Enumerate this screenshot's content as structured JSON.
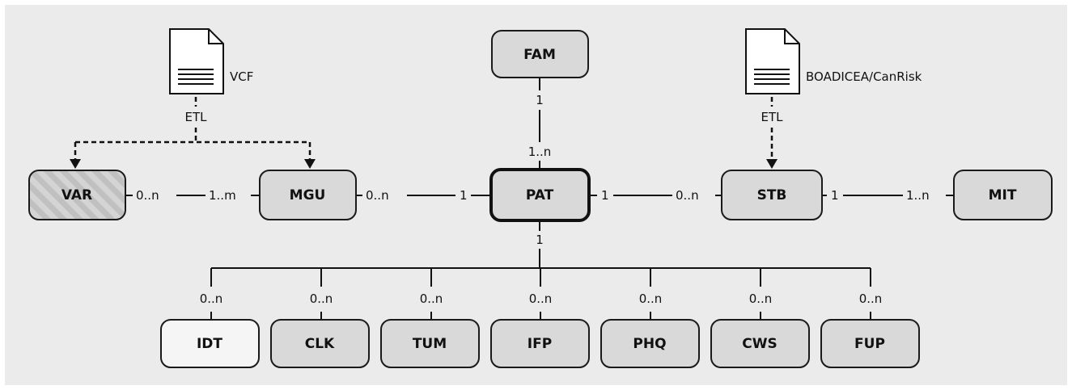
{
  "colors": {
    "background": "#ebebeb",
    "node_fill": "#d9d9d9",
    "node_fill_light": "#f5f5f5",
    "stroke": "#1a1a1a"
  },
  "nodes": {
    "fam": "FAM",
    "var": "VAR",
    "mgu": "MGU",
    "pat": "PAT",
    "stb": "STB",
    "mit": "MIT",
    "idt": "IDT",
    "clk": "CLK",
    "tum": "TUM",
    "ifp": "IFP",
    "phq": "PHQ",
    "cws": "CWS",
    "fup": "FUP"
  },
  "files": {
    "vcf": "VCF",
    "boadicea": "BOADICEA/CanRisk",
    "etl_left": "ETL",
    "etl_right": "ETL"
  },
  "cardinality": {
    "fam_pat_top": "1",
    "fam_pat_bottom": "1..n",
    "var_mgu_left": "0..n",
    "var_mgu_right": "1..m",
    "mgu_pat_left": "0..n",
    "mgu_pat_right": "1",
    "pat_stb_left": "1",
    "pat_stb_right": "0..n",
    "stb_mit_left": "1",
    "stb_mit_right": "1..n",
    "pat_children_top": "1",
    "idt": "0..n",
    "clk": "0..n",
    "tum": "0..n",
    "ifp": "0..n",
    "phq": "0..n",
    "cws": "0..n",
    "fup": "0..n"
  }
}
